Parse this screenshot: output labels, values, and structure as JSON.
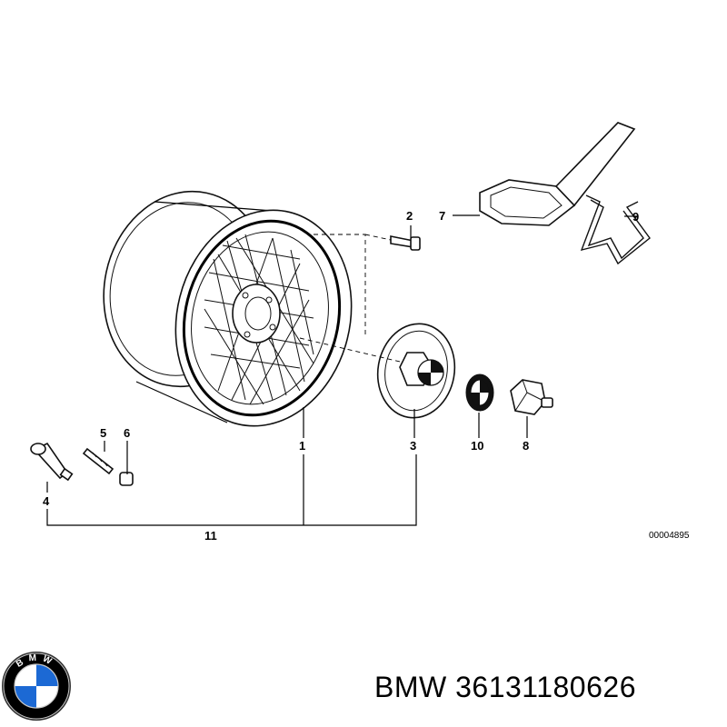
{
  "diagram": {
    "callouts": {
      "c1": "1",
      "c2": "2",
      "c3": "3",
      "c4": "4",
      "c5": "5",
      "c6": "6",
      "c7": "7",
      "c8": "8",
      "c9": "9",
      "c10": "10",
      "c11": "11"
    },
    "reference_code": "00004895"
  },
  "caption": {
    "brand": "BMW",
    "part_number": "36131180626"
  },
  "logo": {
    "text": "BMW",
    "colors": {
      "blue": "#1c69d4",
      "white": "#ffffff",
      "ring": "#000000"
    }
  }
}
